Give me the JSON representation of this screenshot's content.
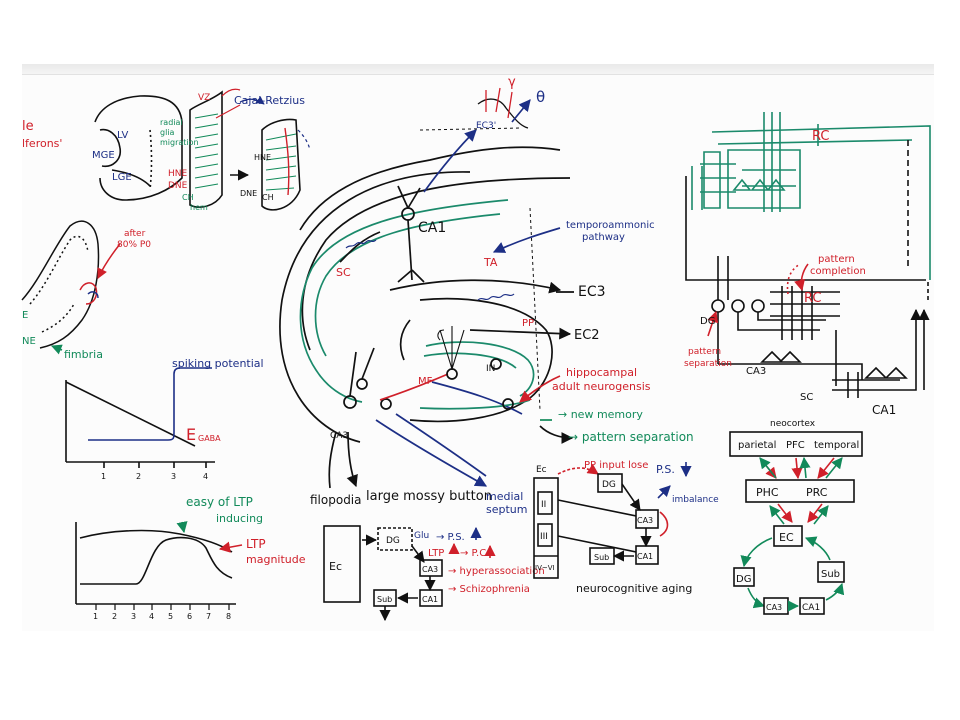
{
  "colors": {
    "black": "#111111",
    "red": "#d0202a",
    "green": "#128a5a",
    "blue": "#1d2f86",
    "teal": "#1b8a6b"
  },
  "dev": {
    "lv": "LV",
    "mge": "MGE",
    "lge": "LGE",
    "vz": "VZ",
    "radial_glia": [
      "radial",
      "glia",
      "migration"
    ],
    "hne": "HNE",
    "dne": "DNE",
    "ch": "CH",
    "hem": "hem",
    "hne2": "HNE",
    "dne2": "DNE",
    "ch2": "CH",
    "cajal": "Cajal-Retzius",
    "left_red": [
      "le",
      "lferons'"
    ]
  },
  "fimbria": {
    "after": "after",
    "pct": "80% P0",
    "label": "fimbria",
    "e": "E",
    "ne": "NE"
  },
  "egaba": {
    "spiking": "spiking potential",
    "label": "E",
    "sub": "GABA",
    "ticks": [
      "1",
      "2",
      "3",
      "4"
    ]
  },
  "ltp": {
    "easy": [
      "easy of LTP",
      "inducing"
    ],
    "mag": [
      "LTP",
      "magnitude"
    ],
    "ticks": [
      "1",
      "2",
      "3",
      "4",
      "5",
      "6",
      "7",
      "8"
    ]
  },
  "hippo": {
    "ec3p": "EC3'",
    "gamma": "γ",
    "theta": "θ",
    "ca1": "CA1",
    "sc": "SC",
    "ta": "TA",
    "temporo": [
      "temporoammonic",
      "pathway"
    ],
    "ec3": "EC3",
    "ec2": "EC2",
    "pp": "PP",
    "mf": "MF",
    "in": "IN",
    "ca3": "CA3",
    "neuro": [
      "hippocampal",
      "adult neurogensis"
    ],
    "new_memory": "→ new memory",
    "pattern_sep": "→ pattern separation",
    "filopodia": "filopodia",
    "mossy": "large mossy button",
    "medial": [
      "medial",
      "septum"
    ]
  },
  "schizo": {
    "ec": "Ec",
    "dg": "DG",
    "glu": "Glu",
    "ps": "→ P.S.",
    "ltp": "LTP",
    "pc": "→ P.C.",
    "ca3": "CA3",
    "hyper": "→ hyperassociation",
    "schizo": "→ Schizophrenia",
    "sub": "Sub",
    "ca1": "CA1"
  },
  "aging": {
    "ec": "Ec",
    "ii": "II",
    "iii": "III",
    "iv": "IV~VI",
    "pp": "PP input lose",
    "dg": "DG",
    "ps": "P.S.",
    "imbalance": "imbalance",
    "ca3": "CA3",
    "ca1": "CA1",
    "sub": "Sub",
    "title": "neurocognitive aging"
  },
  "circuit": {
    "rc_top": "RC",
    "rc": "RC",
    "completion": [
      "pattern",
      "completion"
    ],
    "dg": "DG",
    "separation": [
      "pattern",
      "separation"
    ],
    "ca3": "CA3",
    "sc": "SC",
    "ca1": "CA1"
  },
  "neocortex": {
    "title": "neocortex",
    "parietal": "parietal",
    "pfc": "PFC",
    "temporal": "temporal",
    "phc": "PHC",
    "prc": "PRC",
    "ec": "EC",
    "dg": "DG",
    "sub": "Sub",
    "ca3": "CA3",
    "ca1": "CA1"
  }
}
